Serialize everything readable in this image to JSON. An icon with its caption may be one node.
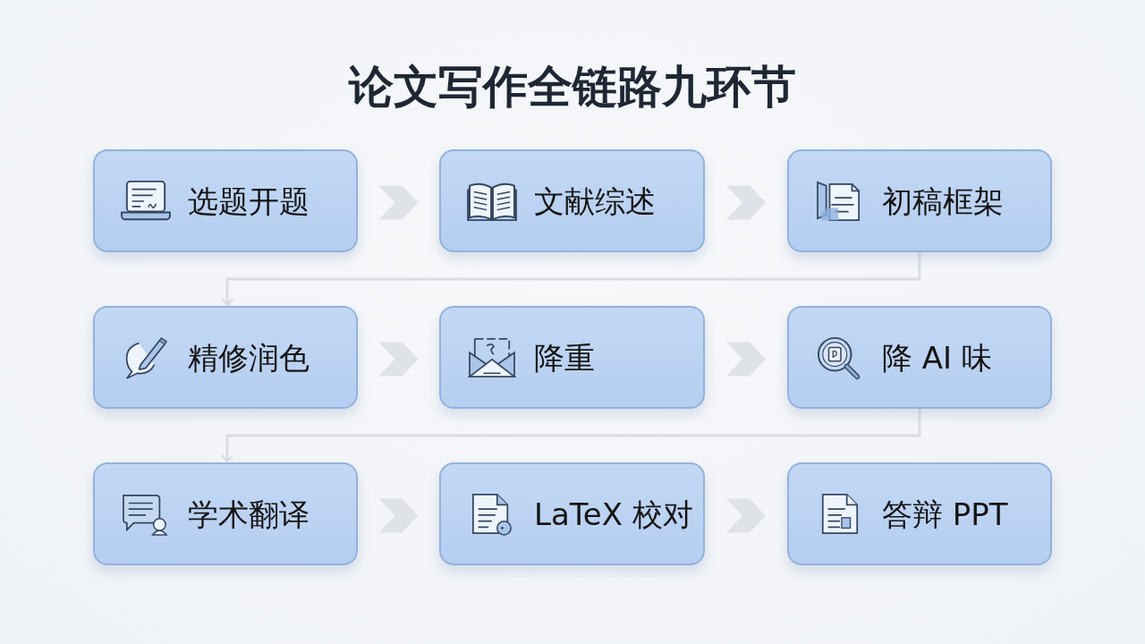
{
  "diagram": {
    "title": "论文写作全链路九环节",
    "nodes": [
      {
        "text": [
          "选题开题"
        ]
      },
      {
        "text": [
          "文献综述"
        ]
      },
      {
        "text": [
          "初稿框架"
        ]
      },
      {
        "text": [
          "精修润色"
        ]
      },
      {
        "text": [
          "降重"
        ]
      },
      {
        "text": [
          "降 AI 味"
        ]
      },
      {
        "text": [
          "学术翻译"
        ]
      },
      {
        "text": [
          "LaTeX 校对"
        ]
      },
      {
        "text": [
          "答辩 PPT"
        ]
      }
    ],
    "edges": [
      {
        "from": 0,
        "to": 1,
        "arrow": "to"
      },
      {
        "from": 1,
        "to": 2,
        "arrow": "to"
      },
      {
        "from": 2,
        "to": 3,
        "arrow": "to"
      },
      {
        "from": 3,
        "to": 4,
        "arrow": "to"
      },
      {
        "from": 4,
        "to": 5,
        "arrow": "to"
      },
      {
        "from": 5,
        "to": 6,
        "arrow": "to"
      },
      {
        "from": 6,
        "to": 7,
        "arrow": "to"
      },
      {
        "from": 7,
        "to": 8,
        "arrow": "to"
      }
    ]
  }
}
